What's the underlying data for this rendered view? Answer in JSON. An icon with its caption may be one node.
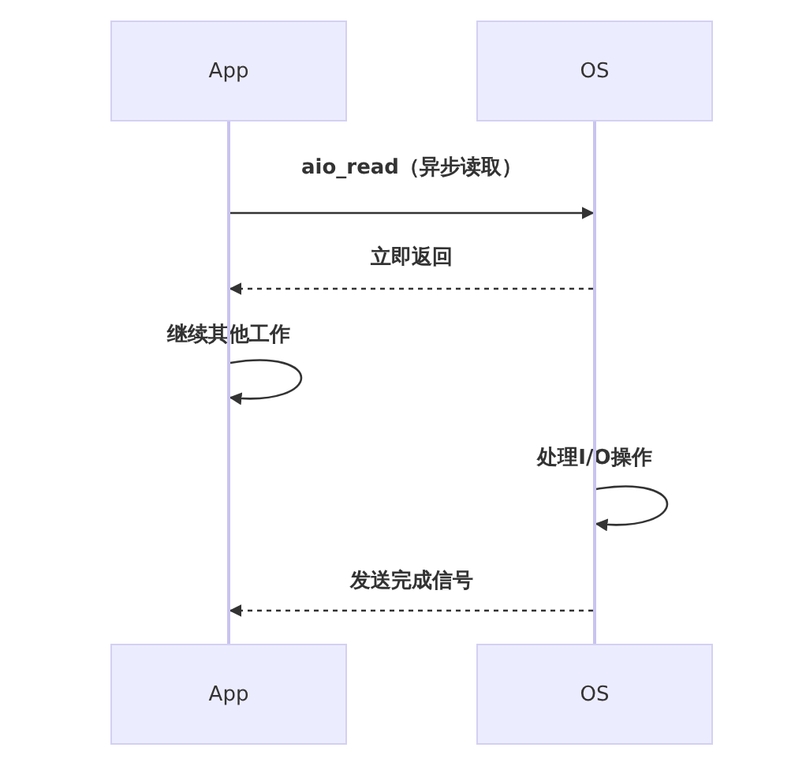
{
  "diagram": {
    "nodes": [
      {
        "text": [
          "App"
        ]
      },
      {
        "text": [
          "OS"
        ]
      },
      {
        "text": [
          "App"
        ]
      },
      {
        "text": [
          "OS"
        ]
      },
      {
        "text": [],
        "shape": "bar"
      },
      {
        "text": [],
        "shape": "bar"
      }
    ],
    "edges": [
      {
        "from": 4,
        "to": 5,
        "arrow": "to",
        "label": "aio_read（异步读取）"
      },
      {
        "from": 5,
        "to": 4,
        "arrow": "to",
        "style": "dashed",
        "label": "立即返回"
      },
      {
        "from": 4,
        "to": 4,
        "arrow": "to",
        "label": "继续其他工作"
      },
      {
        "from": 5,
        "to": 5,
        "arrow": "to",
        "label": "处理I/O操作"
      },
      {
        "from": 5,
        "to": 4,
        "arrow": "to",
        "style": "dashed",
        "label": "发送完成信号"
      }
    ]
  }
}
